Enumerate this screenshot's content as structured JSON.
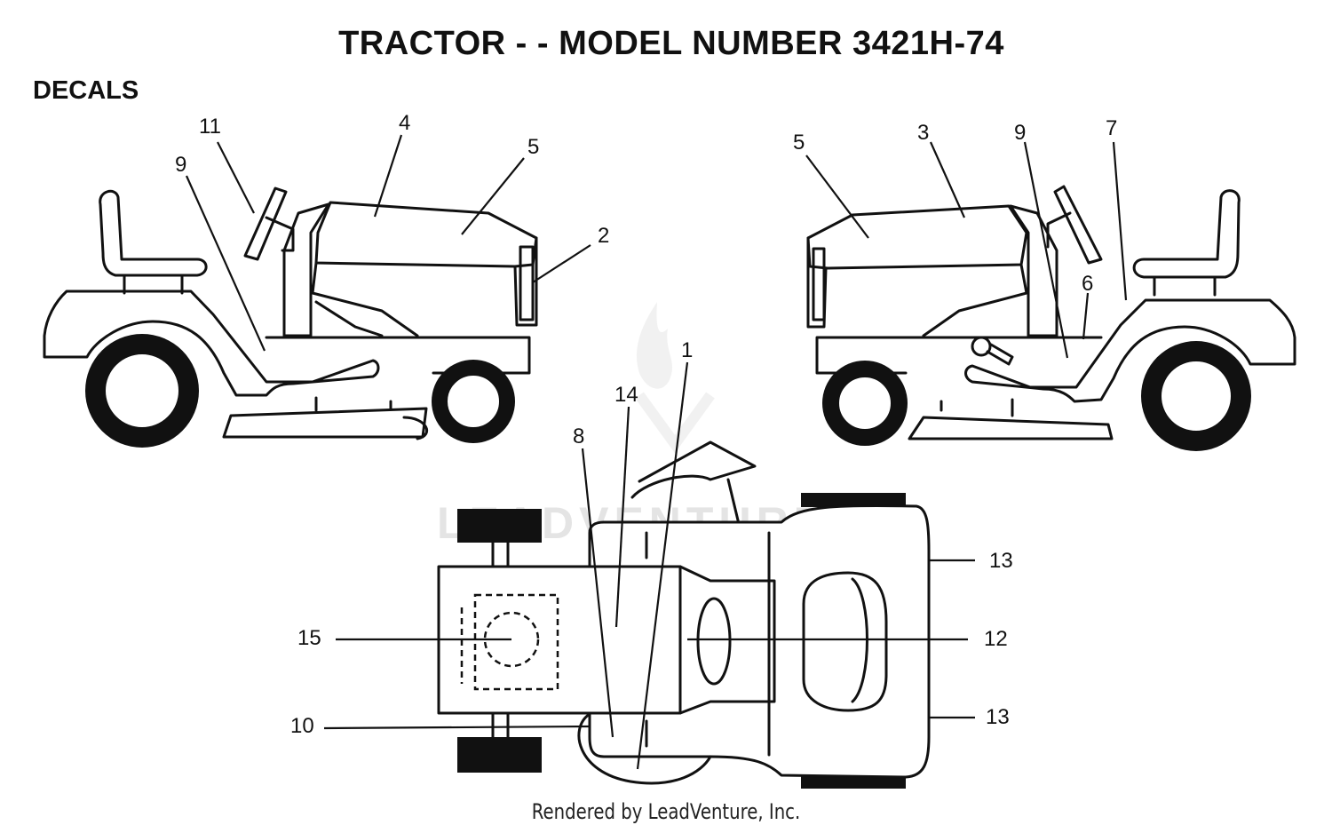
{
  "title": "TRACTOR - - MODEL NUMBER 3421H-74",
  "section": "DECALS",
  "footer": "Rendered by LeadVenture, Inc.",
  "watermark": "LEADVENTURE",
  "callouts": {
    "c1": "1",
    "c2": "2",
    "c3": "3",
    "c4": "4",
    "c5_left": "5",
    "c5_right": "5",
    "c6": "6",
    "c7": "7",
    "c8": "8",
    "c9_left": "9",
    "c9_right": "9",
    "c10": "10",
    "c11": "11",
    "c12": "12",
    "c13_top": "13",
    "c13_bottom": "13",
    "c14": "14",
    "c15": "15"
  }
}
